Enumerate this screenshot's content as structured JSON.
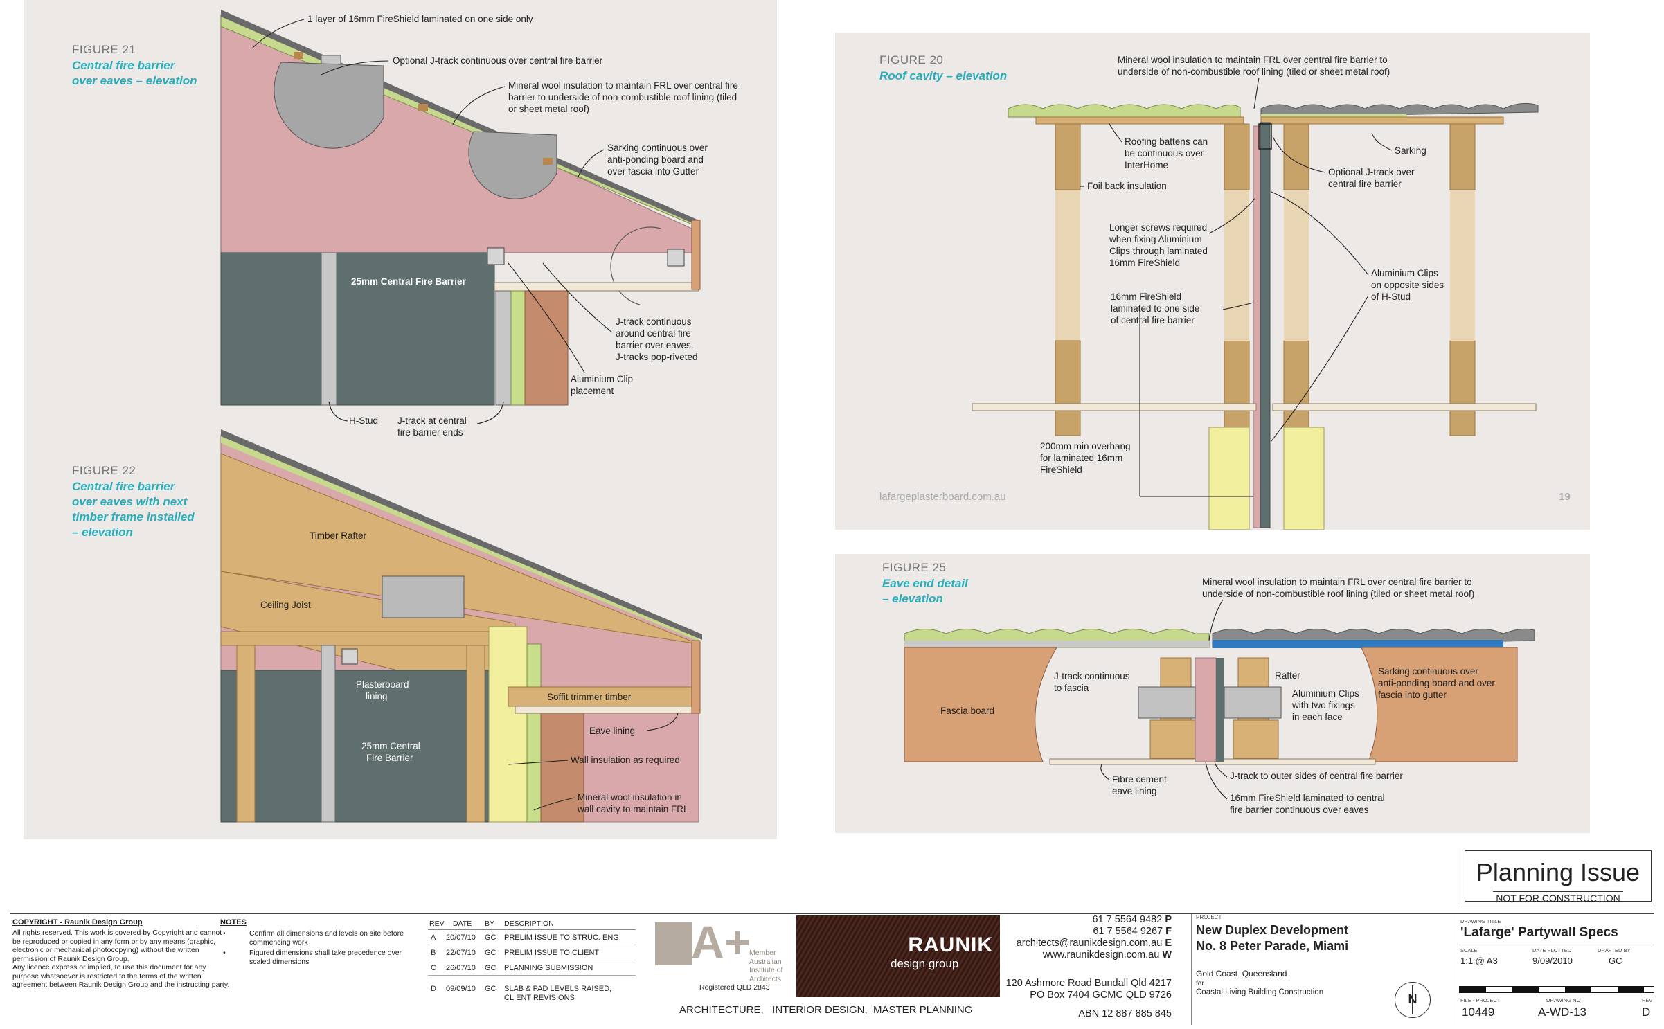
{
  "fig21": {
    "number": "FIGURE 21",
    "title": [
      "Central fire barrier",
      "over eaves – elevation"
    ],
    "labels": {
      "fireshield_layer": "1 layer of 16mm FireShield laminated on one side only",
      "optional_jtrack": "Optional J-track continuous over central fire barrier",
      "mineral_wool": [
        "Mineral wool insulation to maintain FRL over central fire",
        "barrier to underside of non-combustible roof lining (tiled",
        "or sheet metal roof)"
      ],
      "sarking": [
        "Sarking continuous over",
        "anti-ponding board and",
        "over fascia into Gutter"
      ],
      "barrier": "25mm Central Fire Barrier",
      "jtrack_around": [
        "J-track continuous",
        "around central fire",
        "barrier over eaves.",
        "J-tracks pop-riveted"
      ],
      "clip_placement": [
        "Aluminium Clip",
        "placement"
      ],
      "hstud": "H-Stud",
      "jtrack_ends": [
        "J-track at central",
        "fire barrier ends"
      ]
    }
  },
  "fig22": {
    "number": "FIGURE 22",
    "title": [
      "Central fire barrier",
      "over eaves with next",
      "timber frame installed",
      "– elevation"
    ],
    "labels": {
      "rafter": "Timber Rafter",
      "joist": "Ceiling Joist",
      "plasterboard": [
        "Plasterboard",
        "lining"
      ],
      "barrier": [
        "25mm Central",
        "Fire Barrier"
      ],
      "soffit": "Soffit trimmer timber",
      "eave_lining": "Eave lining",
      "wall_insulation": "Wall insulation as required",
      "mineral_wool": [
        "Mineral wool insulation in",
        "wall cavity to maintain FRL"
      ]
    }
  },
  "fig20": {
    "number": "FIGURE 20",
    "title": "Roof cavity – elevation",
    "labels": {
      "mineral_wool": [
        "Mineral wool insulation to maintain FRL over central fire barrier to",
        "underside of non-combustible roof lining (tiled or sheet metal roof)"
      ],
      "battens": [
        "Roofing battens can",
        "be continuous over",
        "InterHome"
      ],
      "sarking": "Sarking",
      "optional_jtrack": [
        "Optional J-track over",
        "central fire barrier"
      ],
      "foil": "Foil back insulation",
      "screws": [
        "Longer screws required",
        "when fixing Aluminium",
        "Clips through laminated",
        "16mm FireShield"
      ],
      "clips": [
        "Aluminium Clips",
        "on opposite sides",
        "of H-Stud"
      ],
      "fireshield": [
        "16mm FireShield",
        "laminated to one side",
        "of central fire barrier"
      ],
      "overhang": [
        "200mm min overhang",
        "for laminated 16mm",
        "FireShield"
      ]
    },
    "website": "lafargeplasterboard.com.au",
    "page_number": "19"
  },
  "fig25": {
    "number": "FIGURE 25",
    "title": [
      "Eave end detail",
      "– elevation"
    ],
    "labels": {
      "mineral_wool": [
        "Mineral wool insulation to maintain FRL over central fire barrier to",
        "underside of non-combustible roof lining (tiled or sheet metal roof)"
      ],
      "jtrack_fascia": [
        "J-track continuous",
        "to fascia"
      ],
      "rafter": "Rafter",
      "sarking": [
        "Sarking continuous over",
        "anti-ponding board and over",
        "fascia into gutter"
      ],
      "fascia": "Fascia board",
      "clips": [
        "Aluminium Clips",
        "with two fixings",
        "in each face"
      ],
      "jtrack_outer": "J-track to outer sides of central fire barrier",
      "fibre_cement": [
        "Fibre cement",
        "eave lining"
      ],
      "fireshield": [
        "16mm FireShield laminated to central",
        "fire barrier continuous over eaves"
      ]
    }
  },
  "stamp": {
    "title": "Planning Issue",
    "subtitle": "NOT FOR CONSTRUCTION"
  },
  "titleblock": {
    "copyright_heading": "COPYRIGHT - Raunik Design Group",
    "copyright_text": [
      "All rights reserved.  This work is covered by Copyright and cannot",
      "be reproduced or copied in any form or by any means (graphic,",
      "electronic or mechanical photocopying) without the written",
      "permission of Raunik Design Group.",
      "Any licence,express or implied, to use this document for any",
      "purpose whatsoever is restricted to the terms of the written",
      "agreement between Raunik Design Group and the instructing party."
    ],
    "notes_heading": "NOTES",
    "notes": [
      {
        "bullet": "•",
        "text": [
          "Confirm all dimensions and levels on site before",
          "commencing work"
        ]
      },
      {
        "bullet": "•",
        "text": [
          "Figured dimensions shall take precedence over",
          "scaled dimensions"
        ]
      }
    ],
    "rev_headers": {
      "rev": "REV",
      "date": "DATE",
      "by": "BY",
      "desc": "DESCRIPTION"
    },
    "revisions": [
      {
        "rev": "A",
        "date": "20/07/10",
        "by": "GC",
        "desc": "PRELIM ISSUE TO STRUC. ENG."
      },
      {
        "rev": "B",
        "date": "22/07/10",
        "by": "GC",
        "desc": "PRELIM ISSUE TO CLIENT"
      },
      {
        "rev": "C",
        "date": "26/07/10",
        "by": "GC",
        "desc": "PLANNING SUBMISSION"
      },
      {
        "rev": "D",
        "date": "09/09/10",
        "by": "GC",
        "desc": "SLAB & PAD LEVELS RAISED,",
        "desc2": "CLIENT REVISIONS"
      }
    ],
    "aia": {
      "mark": "A+",
      "line1": "Member",
      "line2": "Australian",
      "line3": "Institute of",
      "line4": "Architects",
      "registered": "Registered QLD 2843"
    },
    "logo": {
      "name": "RAUNIK",
      "sub": "design group"
    },
    "services": "ARCHITECTURE,   INTERIOR DESIGN,  MASTER PLANNING",
    "contact": {
      "phone": "61 7 5564 9482",
      "phone_tag": "P",
      "fax": "61 7 5564 9267",
      "fax_tag": "F",
      "email": "architects@raunikdesign.com.au",
      "email_tag": "E",
      "web": "www.raunikdesign.com.au",
      "web_tag": "W",
      "address1": "120 Ashmore Road Bundall Qld 4217",
      "address2": "PO Box 7404 GCMC QLD 9726",
      "abn": "ABN 12 887 885 845"
    },
    "project": {
      "label": "PROJECT",
      "name1": "New Duplex Development",
      "name2": "No. 8 Peter Parade, Miami",
      "location": "Gold Coast  Queensland",
      "for": "for",
      "client": "Coastal Living Building Construction"
    },
    "north": "N",
    "drawing": {
      "title_label": "DRAWING TITLE",
      "title": "'Lafarge' Partywall Specs",
      "scale_label": "SCALE",
      "scale": "1:1 @ A3",
      "date_label": "DATE PLOTTED",
      "date": "9/09/2010",
      "drafted_label": "DRAFTED BY",
      "drafted": "GC",
      "file_label": "FILE - PROJECT",
      "file": "10449",
      "dwg_label": "DRAWING NO",
      "dwg": "A-WD-13",
      "rev_label": "REV",
      "rev": "D"
    }
  }
}
